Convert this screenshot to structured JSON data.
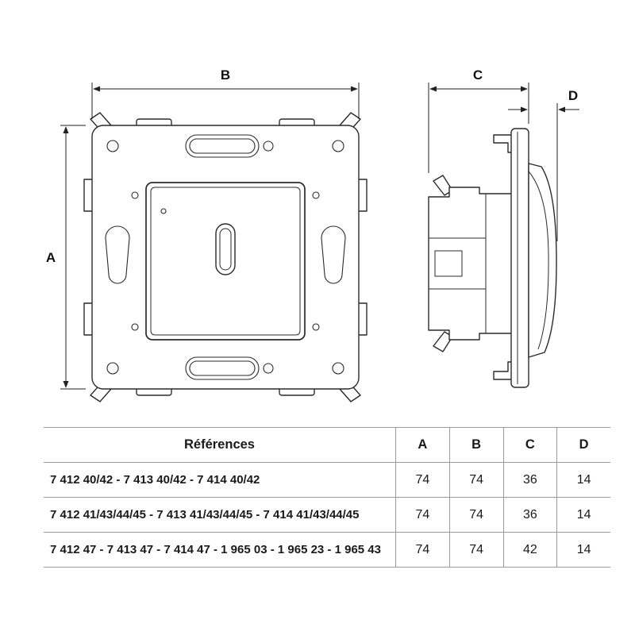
{
  "diagram": {
    "front_view": {
      "width_label": "B",
      "height_label": "A"
    },
    "side_view": {
      "depth_label": "C",
      "protrusion_label": "D"
    }
  },
  "table": {
    "headers": {
      "references": "Références",
      "a": "A",
      "b": "B",
      "c": "C",
      "d": "D"
    },
    "rows": [
      {
        "references": "7 412 40/42 - 7 413 40/42 - 7 414 40/42",
        "a": "74",
        "b": "74",
        "c": "36",
        "d": "14"
      },
      {
        "references": "7 412 41/43/44/45 - 7 413 41/43/44/45 - 7 414 41/43/44/45",
        "a": "74",
        "b": "74",
        "c": "36",
        "d": "14"
      },
      {
        "references": "7 412 47 - 7 413 47 - 7 414 47 - 1 965 03 - 1 965 23 - 1 965 43",
        "a": "74",
        "b": "74",
        "c": "42",
        "d": "14"
      }
    ]
  }
}
